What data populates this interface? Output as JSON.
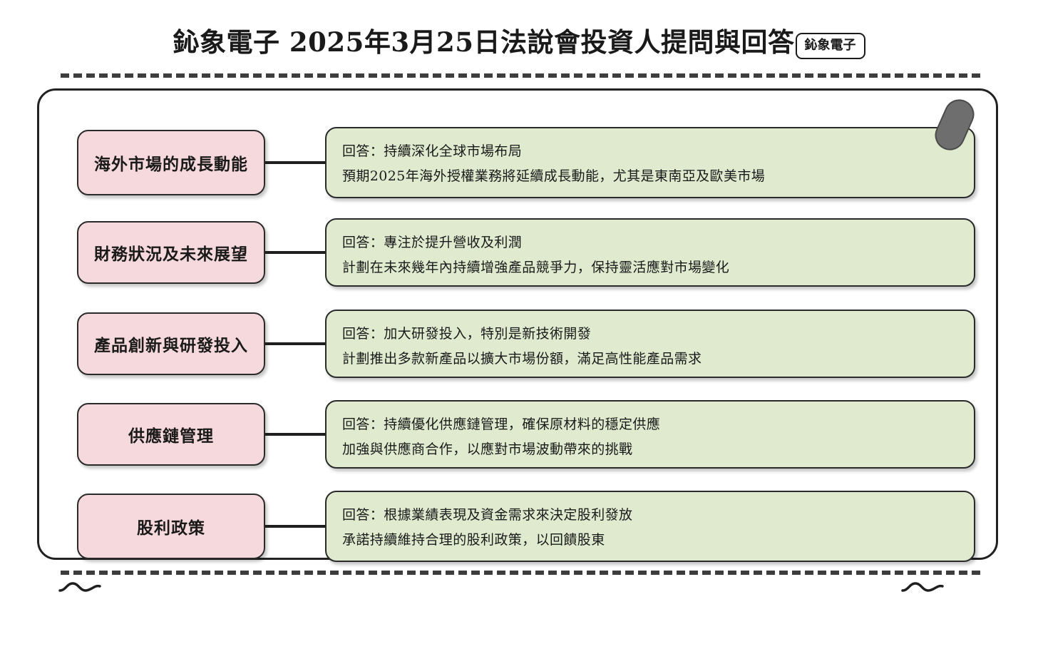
{
  "header": {
    "title": "鈊象電子 2025年3月25日法說會投資人提問與回答",
    "badge": "鈊象電子"
  },
  "decorations": {
    "clip_icon": "clip-pin-icon",
    "squiggle_left_icon": "squiggle-icon",
    "squiggle_right_icon": "squiggle-icon",
    "dash_top_icon": "dashed-divider-icon",
    "dash_bottom_icon": "dashed-divider-icon"
  },
  "colors": {
    "topic_fill": "#f6d9dd",
    "answer_fill": "#dfeacf",
    "outline": "#2a2a2a",
    "clip": "#6e6e6e",
    "text": "#1a1a1a"
  },
  "rows": [
    {
      "topic": "海外市場的成長動能",
      "answer_lines": [
        "回答：持續深化全球市場布局",
        "預期2025年海外授權業務將延續成長動能，尤其是東南亞及歐美市場"
      ]
    },
    {
      "topic": "財務狀況及未來展望",
      "answer_lines": [
        "回答：專注於提升營收及利潤",
        "計劃在未來幾年內持續增強產品競爭力，保持靈活應對市場變化"
      ]
    },
    {
      "topic": "產品創新與研發投入",
      "answer_lines": [
        "回答：加大研發投入，特別是新技術開發",
        "計劃推出多款新產品以擴大市場份額，滿足高性能產品需求"
      ]
    },
    {
      "topic": "供應鏈管理",
      "answer_lines": [
        "回答：持續優化供應鏈管理，確保原材料的穩定供應",
        "加強與供應商合作，以應對市場波動帶來的挑戰"
      ]
    },
    {
      "topic": "股利政策",
      "answer_lines": [
        "回答：根據業績表現及資金需求來決定股利發放",
        "承諾持續維持合理的股利政策，以回饋股東"
      ]
    }
  ]
}
